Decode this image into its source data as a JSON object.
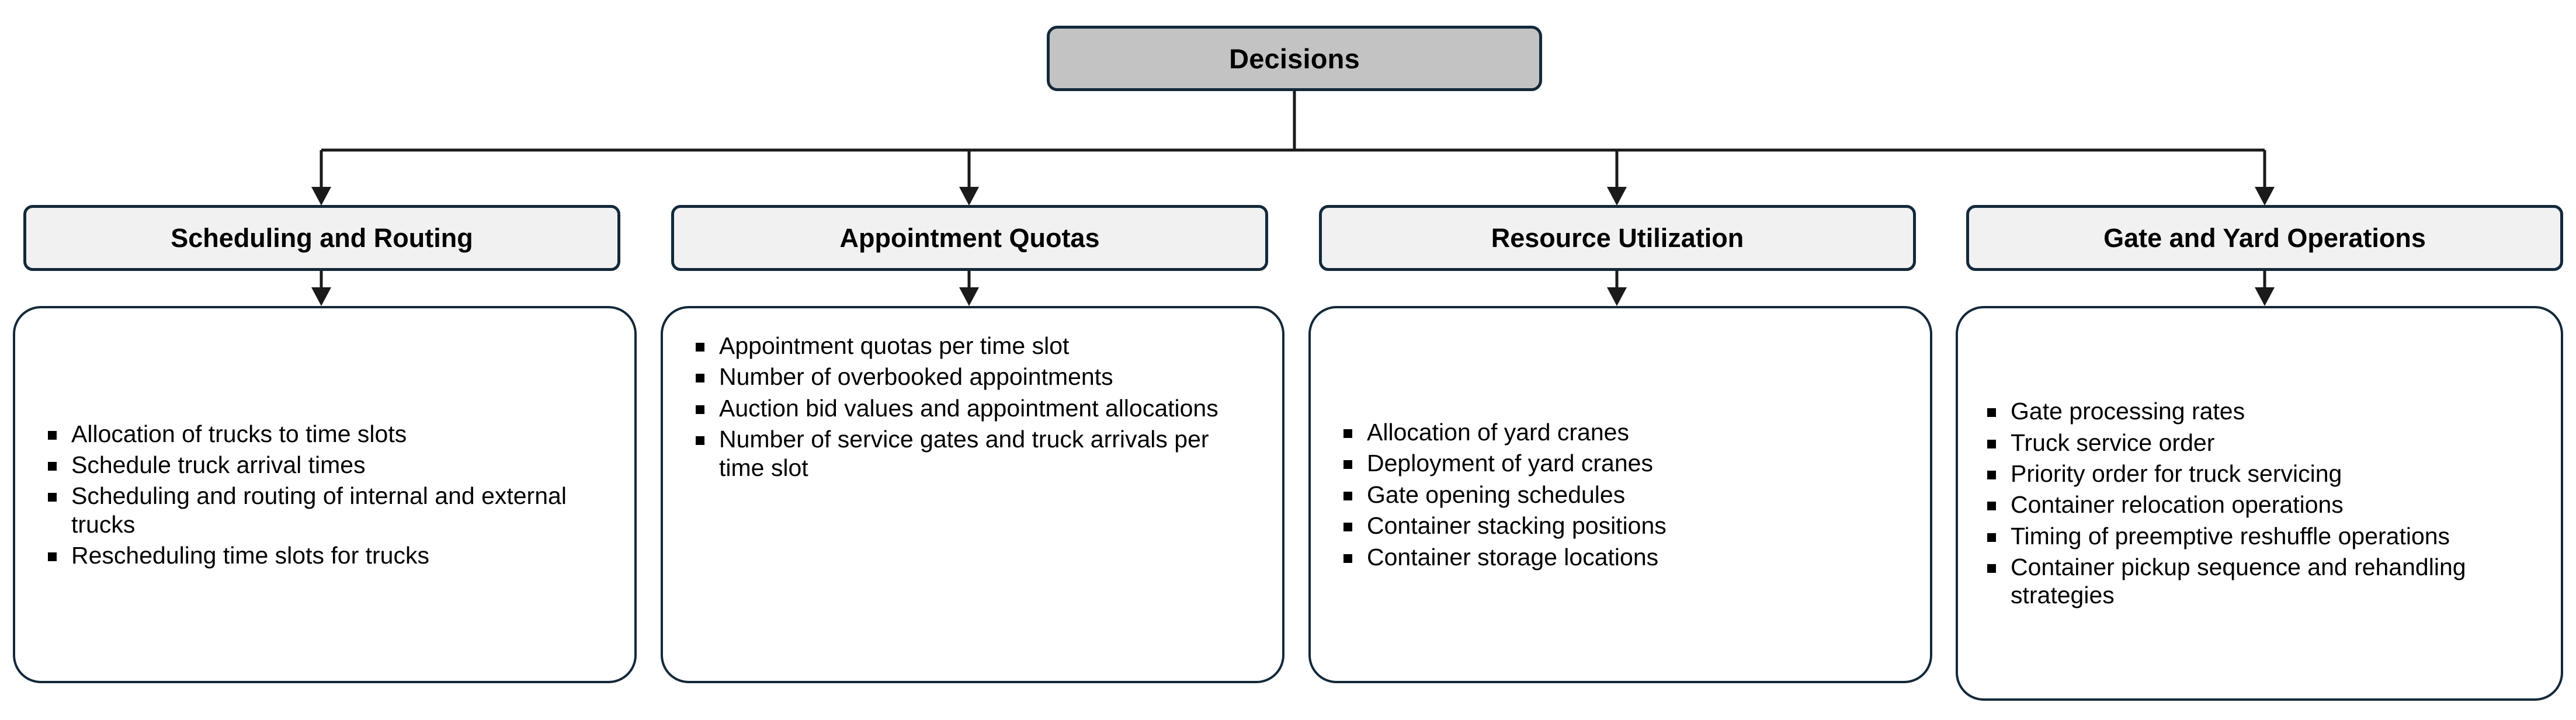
{
  "diagram": {
    "title": "Decisions",
    "root": {
      "label": "Decisions",
      "fill_color": "#c3c3c3",
      "border_color": "#13293a"
    },
    "style": {
      "header_fill": "#f1f1f1",
      "content_fill": "#ffffff",
      "border_color": "#13293a",
      "text_color": "#000000",
      "bullet_glyph": "square-bullet"
    },
    "branches": [
      {
        "header": "Scheduling and Routing",
        "items": [
          "Allocation of trucks to time slots",
          "Schedule truck arrival times",
          "Scheduling and routing of internal and external trucks",
          "Rescheduling time slots for trucks"
        ]
      },
      {
        "header": "Appointment Quotas",
        "items": [
          "Appointment quotas per time slot",
          "Number of overbooked appointments",
          "Auction bid values and appointment allocations",
          "Number of service gates and truck arrivals per time slot"
        ]
      },
      {
        "header": "Resource Utilization",
        "items": [
          "Allocation of yard cranes",
          "Deployment of yard cranes",
          "Gate opening schedules",
          "Container stacking positions",
          "Container storage locations"
        ]
      },
      {
        "header": "Gate and Yard Operations",
        "items": [
          "Gate processing rates",
          "Truck service order",
          "Priority order for truck servicing",
          "Container relocation operations",
          "Timing of preemptive reshuffle operations",
          "Container pickup sequence and rehandling strategies"
        ]
      }
    ]
  }
}
